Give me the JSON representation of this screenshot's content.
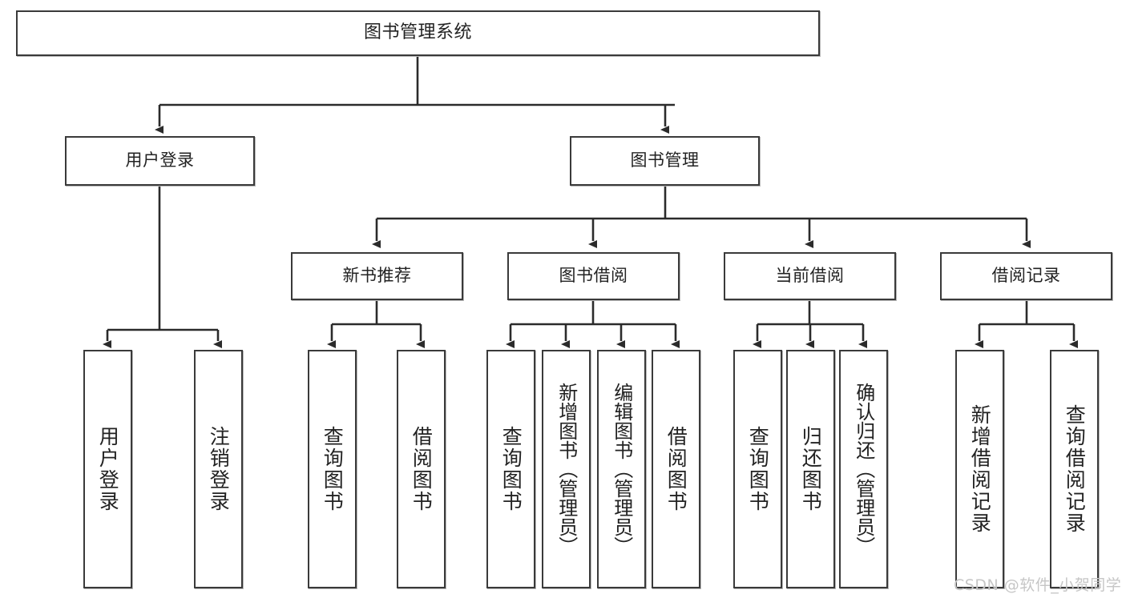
{
  "diagram": {
    "title": "图书管理系统",
    "type": "tree",
    "watermark": "CSDN @软件_小贺同学",
    "colors": {
      "box_border": "#3a3a3a",
      "box_fill": "#ffffff",
      "edge": "#2b2b2b",
      "text": "#222222",
      "watermark": "#c6c6c6"
    },
    "root": {
      "label": "图书管理系统"
    },
    "level2": [
      {
        "label": "用户登录"
      },
      {
        "label": "图书管理"
      }
    ],
    "level3": [
      {
        "label": "新书推荐"
      },
      {
        "label": "图书借阅"
      },
      {
        "label": "当前借阅"
      },
      {
        "label": "借阅记录"
      }
    ],
    "leaves": {
      "user_login": [
        {
          "label": "用户登录"
        },
        {
          "label": "注销登录"
        }
      ],
      "new_book": [
        {
          "label": "查询图书"
        },
        {
          "label": "借阅图书"
        }
      ],
      "borrow": [
        {
          "label": "查询图书"
        },
        {
          "label": "新增图书（管理员）"
        },
        {
          "label": "编辑图书（管理员）"
        },
        {
          "label": "借阅图书"
        }
      ],
      "current": [
        {
          "label": "查询图书"
        },
        {
          "label": "归还图书"
        },
        {
          "label": "确认归还（管理员）"
        }
      ],
      "records": [
        {
          "label": "新增借阅记录"
        },
        {
          "label": "查询借阅记录"
        }
      ]
    }
  }
}
